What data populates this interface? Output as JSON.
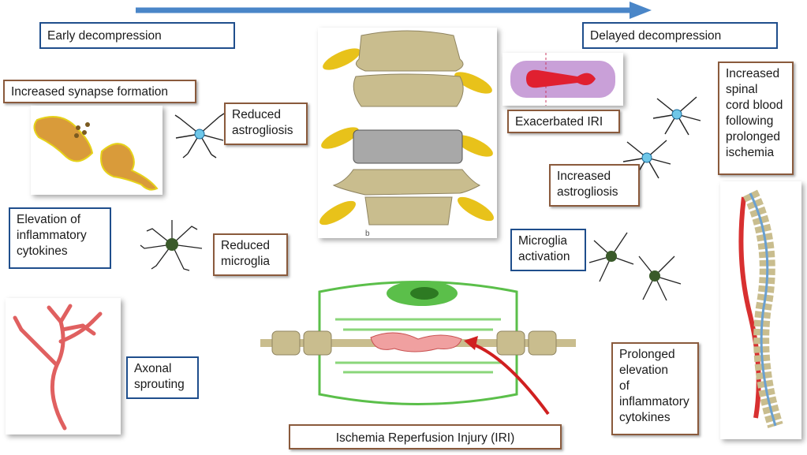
{
  "timeline": {
    "early_label": "Early decompression",
    "delayed_label": "Delayed decompression"
  },
  "early": {
    "synapse": "Increased synapse formation",
    "astrogliosis": "Reduced\nastrogliosis",
    "cytokines": "Elevation of\ninflammatory\ncytokines",
    "microglia": "Reduced\nmicroglia",
    "sprouting": "Axonal\nsprouting"
  },
  "delayed": {
    "iri": "Exacerbated IRI",
    "blood": "Increased\nspinal\ncord blood\nfollowing\nprolonged\nischemia",
    "astrogliosis": "Increased\nastrogliosis",
    "microglia": "Microglia\nactivation",
    "cytokines": "Prolonged\nelevation\nof\ninflammatory\ncytokines"
  },
  "center": {
    "spine_image_label": "b",
    "caption": "Ischemia Reperfusion Injury (IRI)"
  },
  "colors": {
    "arrow": "#4a86c8",
    "blue_border": "#1f4e8c",
    "brown_border": "#8a5a3c",
    "bone": "#c9bd8e",
    "disc_yellow": "#e8c21a",
    "axon_red": "#e06060",
    "myelin_green": "#5bbf4a"
  }
}
